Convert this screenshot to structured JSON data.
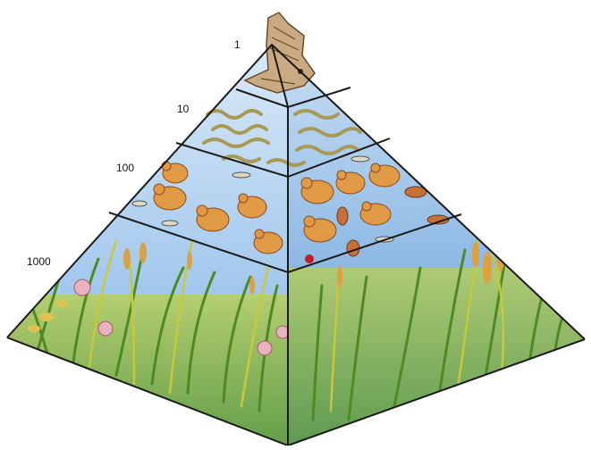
{
  "levels": [
    {
      "count": "1",
      "organism": "hawk-icon"
    },
    {
      "count": "10",
      "organism": "snake-icon"
    },
    {
      "count": "100",
      "organism": "mouse-and-insect-icon"
    },
    {
      "count": "1000",
      "organism": "grass-and-flower-icon"
    }
  ],
  "colors": {
    "sky_light": "#dcebf8",
    "sky_mid": "#9cc4ea",
    "sky_deep": "#5f9bd8",
    "grass_green": "#6fae3a",
    "grass_yellow": "#c9c83a",
    "mouse_orange": "#e09a45",
    "snake_olive": "#a89a55",
    "hawk_brown": "#8a6a4a",
    "outline": "#1a1a1a"
  }
}
